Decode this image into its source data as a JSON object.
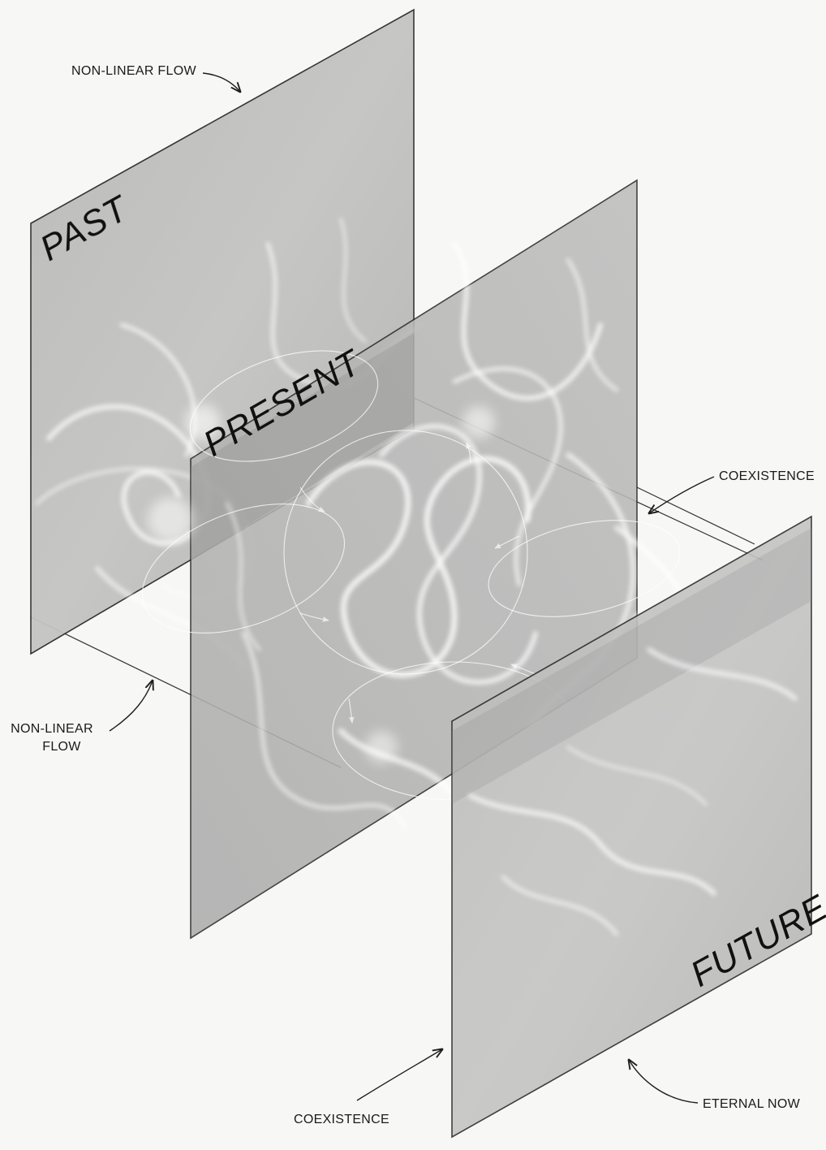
{
  "planes": {
    "past": "PAST",
    "present": "PRESENT",
    "future": "FUTURE"
  },
  "annotations": {
    "non_linear_flow_top": "NON-LINEAR FLOW",
    "non_linear_flow_left_line1": "NON-LINEAR",
    "non_linear_flow_left_line2": "FLOW",
    "coexistence_right": "COEXISTENCE",
    "coexistence_bottom": "COEXISTENCE",
    "eternal_now": "ETERNAL NOW"
  }
}
